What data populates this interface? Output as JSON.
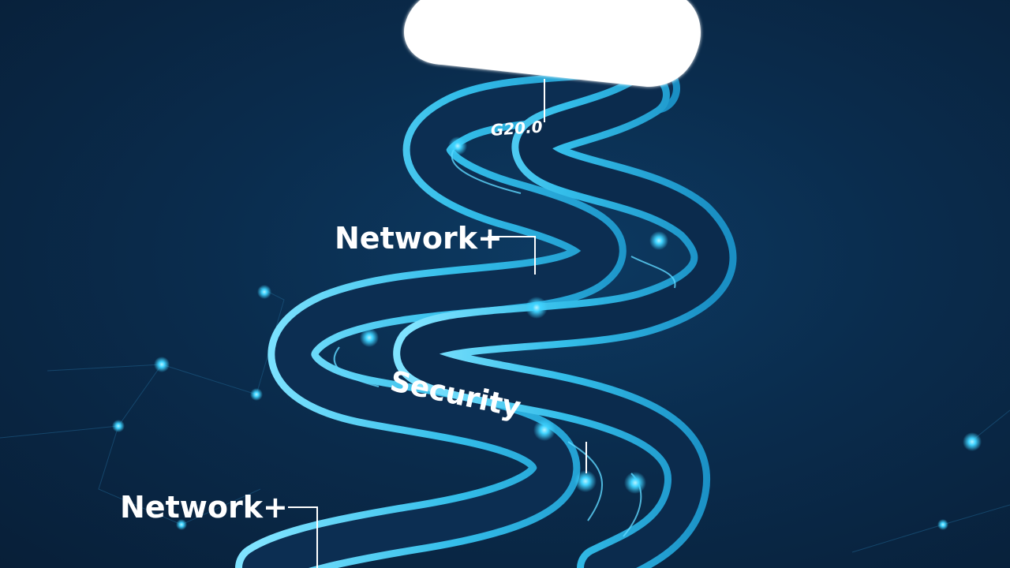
{
  "labels": {
    "top_road_text": "G20.0",
    "upper_label": "Network+",
    "middle_label": "Security",
    "lower_label": "Network+"
  },
  "colors": {
    "background": "#0a2c4d",
    "road_ribbon": "#3fc9f2",
    "road_surface": "#0c2e52",
    "glow_dot": "#44d9ff",
    "cloud": "#ffffff"
  },
  "icons": [
    "cloud-icon",
    "network-node-icon"
  ]
}
